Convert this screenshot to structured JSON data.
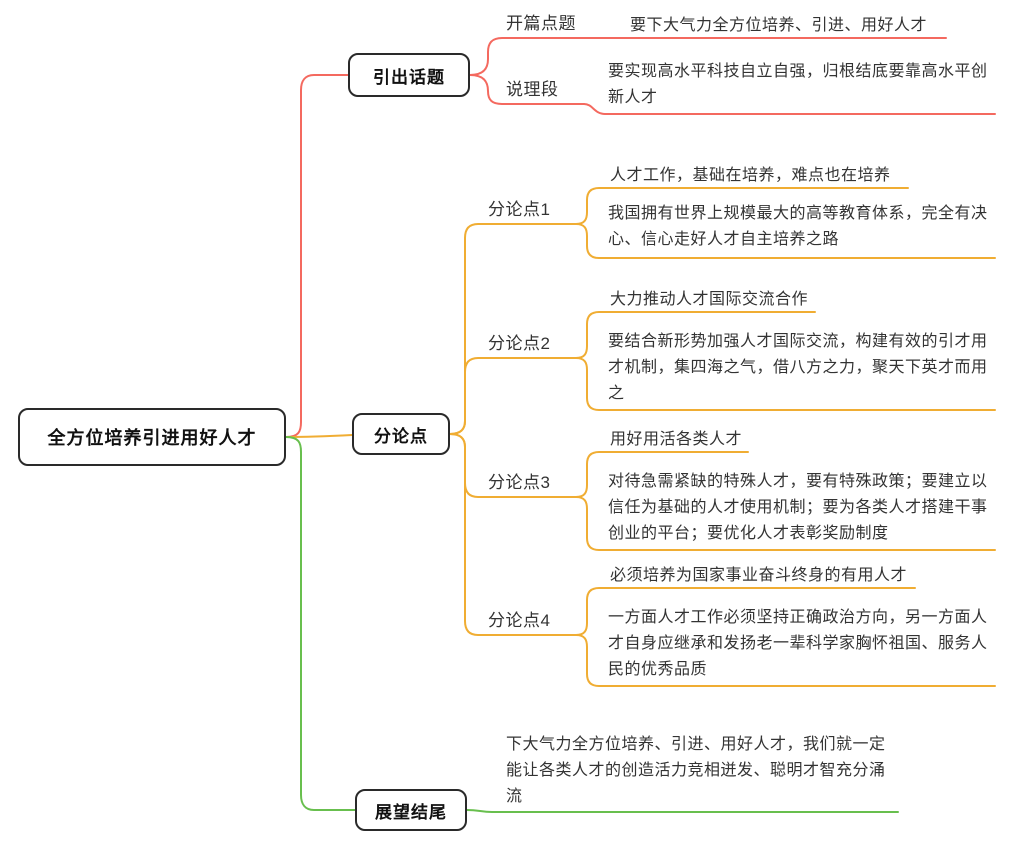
{
  "root_label": "全方位培养引进用好人才",
  "colors": {
    "intro": "#f4695f",
    "points": "#f0ad33",
    "ending": "#68bf4e"
  },
  "intro": {
    "label": "引出话题",
    "opening_label": "开篇点题",
    "opening_text": "要下大气力全方位培养、引进、用好人才",
    "reasoning_label": "说理段",
    "reasoning_text": "要实现高水平科技自立自强，归根结底要靠高水平创新人才"
  },
  "points": {
    "label": "分论点",
    "items": [
      {
        "label": "分论点1",
        "title": "人才工作，基础在培养，难点也在培养",
        "detail": "我国拥有世界上规模最大的高等教育体系，完全有决心、信心走好人才自主培养之路"
      },
      {
        "label": "分论点2",
        "title": "大力推动人才国际交流合作",
        "detail": "要结合新形势加强人才国际交流，构建有效的引才用才机制，集四海之气，借八方之力，聚天下英才而用之"
      },
      {
        "label": "分论点3",
        "title": "用好用活各类人才",
        "detail": "对待急需紧缺的特殊人才，要有特殊政策；要建立以信任为基础的人才使用机制；要为各类人才搭建干事创业的平台；要优化人才表彰奖励制度"
      },
      {
        "label": "分论点4",
        "title": "必须培养为国家事业奋斗终身的有用人才",
        "detail": "一方面人才工作必须坚持正确政治方向，另一方面人才自身应继承和发扬老一辈科学家胸怀祖国、服务人民的优秀品质"
      }
    ]
  },
  "ending": {
    "label": "展望结尾",
    "text": "下大气力全方位培养、引进、用好人才，我们就一定能让各类人才的创造活力竞相迸发、聪明才智充分涌流"
  }
}
